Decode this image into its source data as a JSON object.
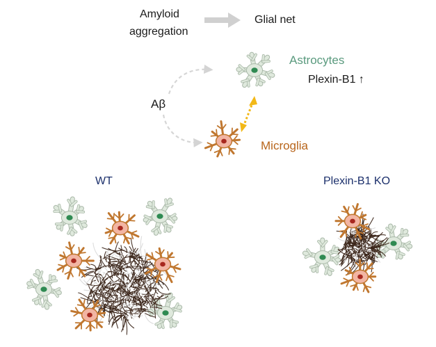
{
  "header": {
    "amyloid_line1": "Amyloid",
    "amyloid_line2": "aggregation",
    "glial_net": "Glial net"
  },
  "cycle": {
    "astrocytes": "Astrocytes",
    "plexin_up": "Plexin-B1 ↑",
    "abeta": "Aβ",
    "microglia": "Microglia"
  },
  "panels": {
    "wt": "WT",
    "ko": "Plexin-B1 KO"
  },
  "colors": {
    "astrocyte_body": "#dfe9dd",
    "astrocyte_outline": "#a9b8a8",
    "astrocyte_nucleus": "#2f8a52",
    "microglia_body": "#f2b5a3",
    "microglia_process": "#c0772f",
    "microglia_nucleus": "#a8281f",
    "interaction_arrow": "#f2b817",
    "plaque_dark": "#3a2418",
    "plaque_light": "#d9d9d9"
  }
}
